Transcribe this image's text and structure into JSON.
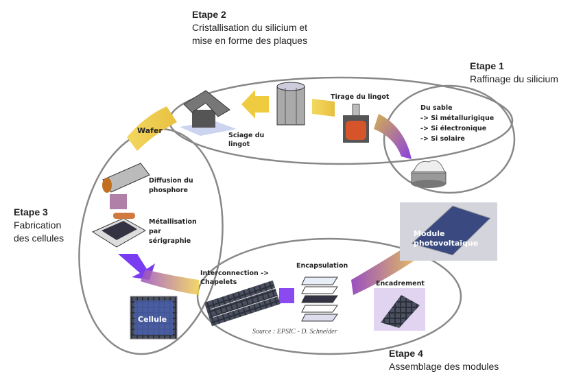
{
  "steps": [
    {
      "title": "Etape 1",
      "subtitle": "Raffinage du silicium"
    },
    {
      "title": "Etape 2",
      "subtitle_line1": "Cristallisation du silicium et",
      "subtitle_line2": "mise en forme des plaques"
    },
    {
      "title": "Etape 3",
      "subtitle_line1": "Fabrication",
      "subtitle_line2": "des cellules"
    },
    {
      "title": "Etape 4",
      "subtitle": "Assemblage des modules"
    }
  ],
  "labels": {
    "tirage": "Tirage du lingot",
    "sciage_1": "Sciage du",
    "sciage_2": "lingot",
    "sable": "Du sable",
    "si_met": "-> Si métallurigique",
    "si_elec": "-> Si électronique",
    "si_sol": "-> Si solaire",
    "wafer": "Wafer",
    "diffusion_1": "Diffusion du",
    "diffusion_2": "phosphore",
    "metal_1": "Métallisation",
    "metal_2": "par",
    "metal_3": "sérigraphie",
    "cellule": "Cellule",
    "interco_1": "Interconnection ->",
    "interco_2": "Chapelets",
    "encapsulation": "Encapsulation",
    "encadrement": "Encadrement",
    "module_1": "Module",
    "module_2": "photovoltaïque",
    "source": "Source : EPSIC - D. Schneider"
  },
  "colors": {
    "ellipse": "#888888",
    "arrow_yellow": "#f0c840",
    "arrow_purple": "#9a5ab0",
    "arrow_violet": "#7a3cf0"
  }
}
